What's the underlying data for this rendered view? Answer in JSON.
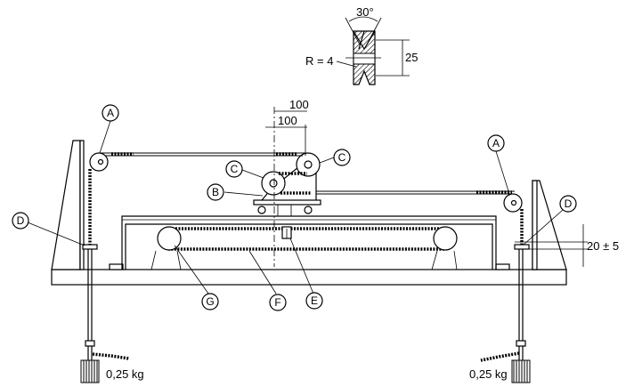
{
  "detail": {
    "angle": "30°",
    "radius": "R = 4",
    "height": "25"
  },
  "dimensions": {
    "top_offset": "100",
    "lower_offset": "100",
    "gap": "20 ± 5"
  },
  "weights": {
    "left": "0,25 kg",
    "right": "0,25 kg"
  },
  "callouts": {
    "A_left": "A",
    "A_right": "A",
    "B": "B",
    "C_left": "C",
    "C_right": "C",
    "D_left": "D",
    "D_right": "D",
    "E": "E",
    "F": "F",
    "G": "G"
  }
}
